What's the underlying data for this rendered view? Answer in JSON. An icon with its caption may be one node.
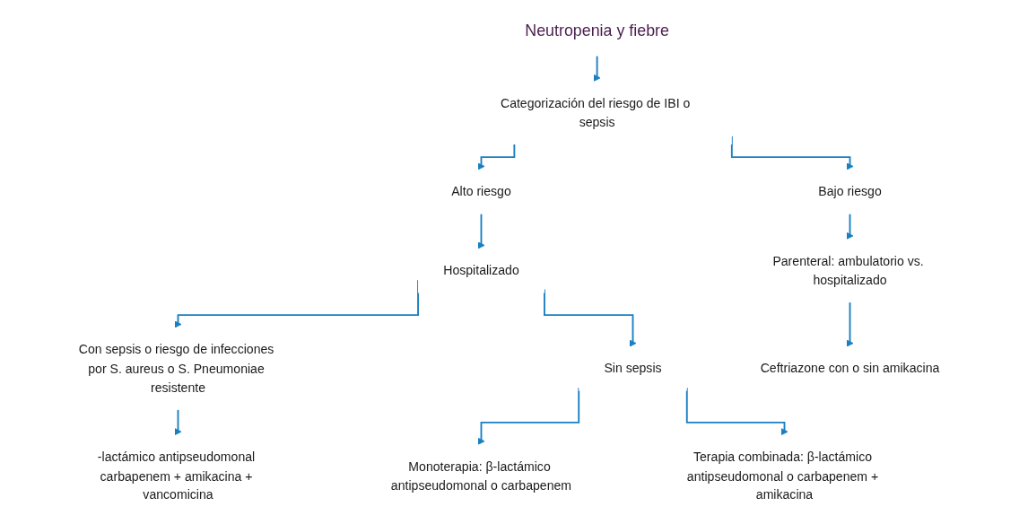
{
  "diagram": {
    "nodes": [
      {
        "text": [
          "Neutropenia y fiebre"
        ]
      },
      {
        "text": [
          "Categorización del riesgo de IBI o sepsis"
        ]
      },
      {
        "text": [
          "Alto riesgo"
        ]
      },
      {
        "text": [
          "Bajo riesgo"
        ]
      },
      {
        "text": [
          "Hospitalizado"
        ]
      },
      {
        "text": [
          "Parenteral: ambulatorio vs. hospitalizado"
        ]
      },
      {
        "text": [
          "Con sepsis o riesgo de infecciones por S. aureus o S. Pneumoniae resistente"
        ]
      },
      {
        "text": [
          "Sin sepsis"
        ]
      },
      {
        "text": [
          "Ceftriazone con o sin amikacina"
        ]
      },
      {
        "text": [
          "-lactámico antipseudomonal carbapenem + amikacina + vancomicina"
        ]
      },
      {
        "text": [
          "Monoterapia: β-lactámico antipseudomonal o carbapenem"
        ]
      },
      {
        "text": [
          "Terapia combinada: β-lactámico antipseudomonal o carbapenem + amikacina"
        ]
      }
    ],
    "edges": [
      {
        "from": 0,
        "to": 1,
        "arrow": "to"
      },
      {
        "from": 1,
        "to": 2,
        "arrow": "to"
      },
      {
        "from": 1,
        "to": 3,
        "arrow": "to"
      },
      {
        "from": 2,
        "to": 4,
        "arrow": "to"
      },
      {
        "from": 3,
        "to": 5,
        "arrow": "to"
      },
      {
        "from": 4,
        "to": 6,
        "arrow": "to"
      },
      {
        "from": 4,
        "to": 7,
        "arrow": "to"
      },
      {
        "from": 5,
        "to": 8,
        "arrow": "to"
      },
      {
        "from": 6,
        "to": 9,
        "arrow": "to"
      },
      {
        "from": 7,
        "to": 10,
        "arrow": "to"
      },
      {
        "from": 7,
        "to": 11,
        "arrow": "to"
      }
    ]
  }
}
